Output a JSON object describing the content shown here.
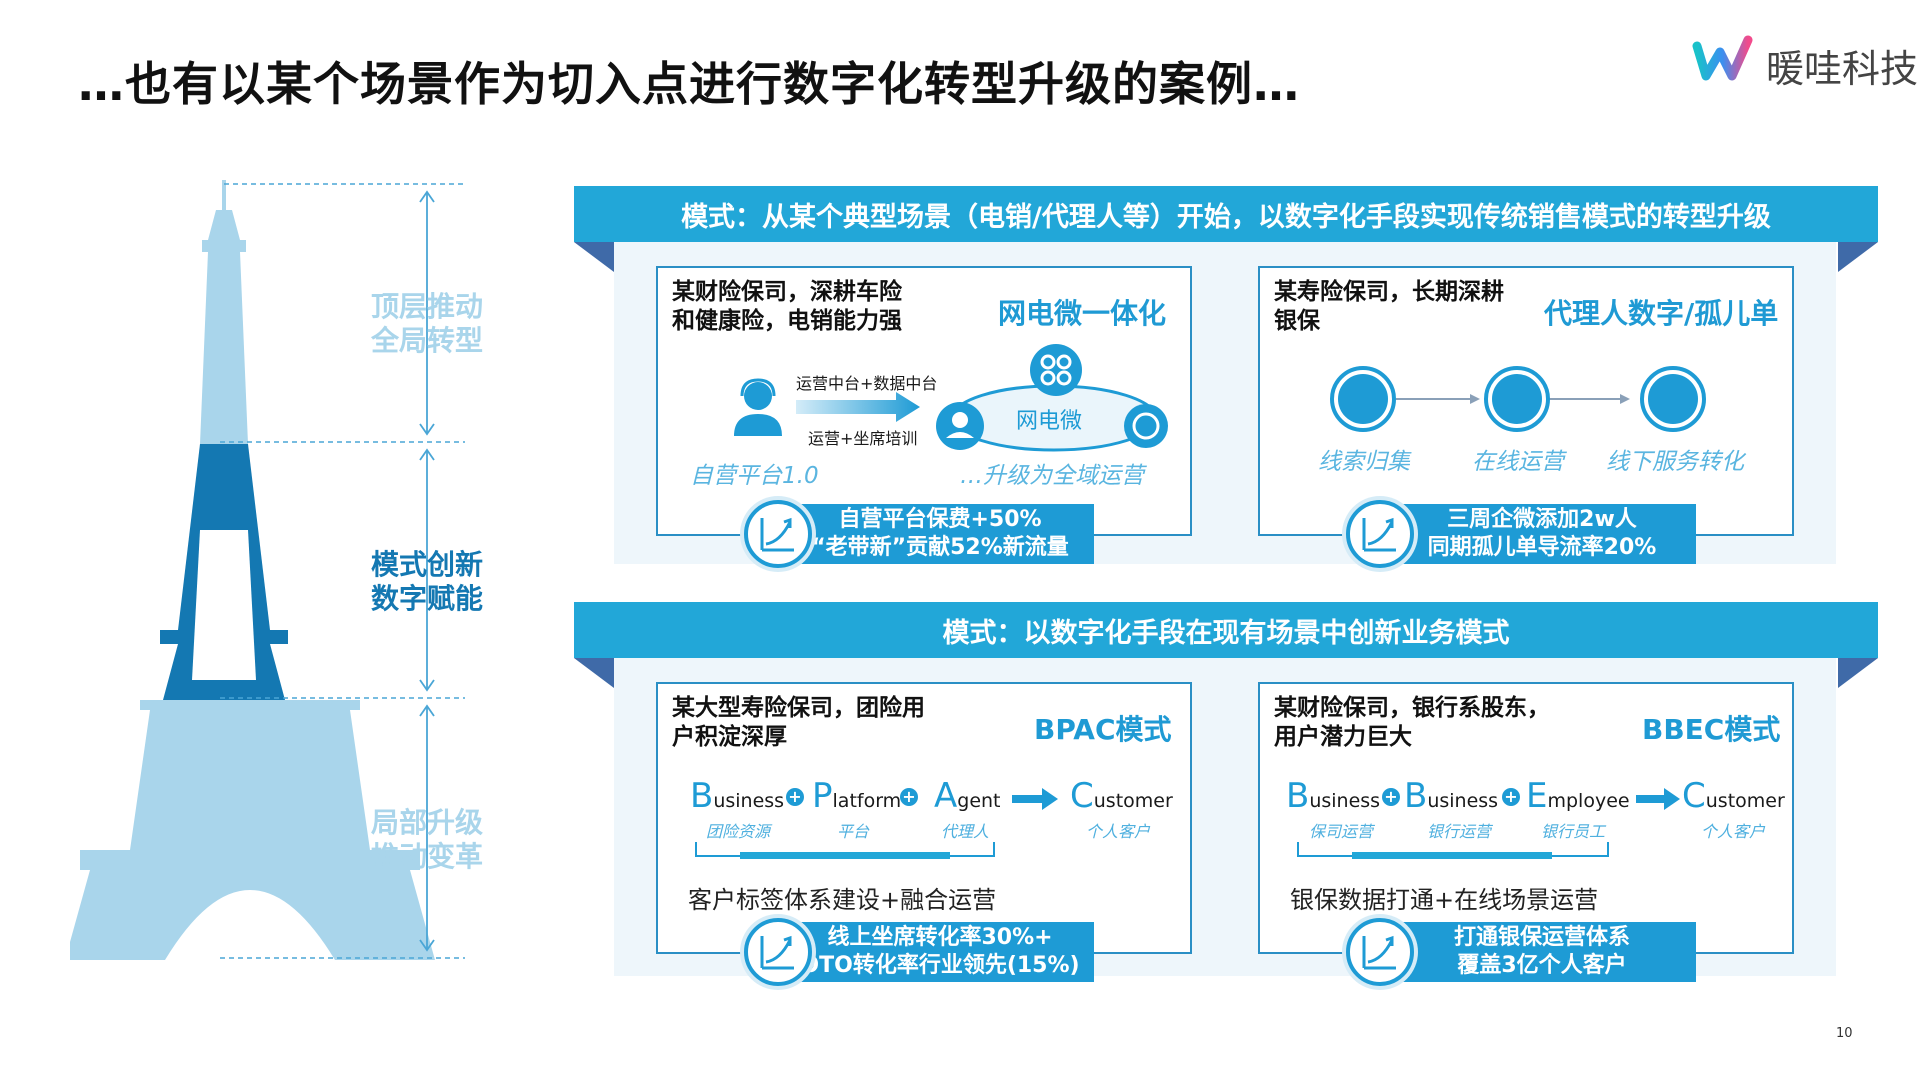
{
  "title": "…也有以某个场景作为切入点进行数字化转型升级的案例…",
  "logo": {
    "text": "暖哇科技",
    "icon": "brand-w-icon"
  },
  "page_number": "10",
  "tower_zones": [
    {
      "label": "顶层推动\n全局转型"
    },
    {
      "label": "模式创新\n数字赋能"
    },
    {
      "label": "局部升级\n推动变革"
    }
  ],
  "sections": [
    {
      "banner": "模式：从某个典型场景（电销/代理人等）开始，以数字化手段实现传统销售模式的转型升级",
      "cards": [
        {
          "desc": "某财险保司，深耕车险\n和健康险，电销能力强",
          "tag": "网电微一体化",
          "arrow_top": "运营中台+数据中台",
          "arrow_bottom": "运营+坐席培训",
          "center_label": "网电微",
          "left_caption": "自营平台1.0",
          "right_caption": "…升级为全域运营",
          "result": [
            "自营平台保费+50%",
            "“老带新”贡献52%新流量"
          ]
        },
        {
          "desc": "某寿险保司，长期深耕\n银保",
          "tag": "代理人数字/孤儿单",
          "steps": [
            "线索归集",
            "在线运营",
            "线下服务转化"
          ],
          "result": [
            "三周企微添加2w人",
            "同期孤儿单导流率20%"
          ]
        }
      ]
    },
    {
      "banner": "模式：以数字化手段在现有场景中创新业务模式",
      "cards": [
        {
          "desc": "某大型寿险保司，团险用\n户积淀深厚",
          "tag": "BPAC模式",
          "formula": [
            {
              "cap": "B",
              "rest": "usiness",
              "sub": "团险资源"
            },
            {
              "cap": "P",
              "rest": "latform",
              "sub": "平台"
            },
            {
              "cap": "A",
              "rest": "gent",
              "sub": "代理人"
            },
            {
              "cap": "C",
              "rest": "ustomer",
              "sub": "个人客户"
            }
          ],
          "summary": "客户标签体系建设+融合运营",
          "result": [
            "线上坐席转化率30%+",
            "OTO转化率行业领先(15%)"
          ]
        },
        {
          "desc": "某财险保司，银行系股东，\n用户潜力巨大",
          "tag": "BBEC模式",
          "formula": [
            {
              "cap": "B",
              "rest": "usiness",
              "sub": "保司运营"
            },
            {
              "cap": "B",
              "rest": "usiness",
              "sub": "银行运营"
            },
            {
              "cap": "E",
              "rest": "mployee",
              "sub": "银行员工"
            },
            {
              "cap": "C",
              "rest": "ustomer",
              "sub": "个人客户"
            }
          ],
          "summary": "银保数据打通+在线场景运营",
          "result": [
            "打通银保运营体系",
            "覆盖3亿个人客户"
          ]
        }
      ]
    }
  ],
  "colors": {
    "accent": "#22a7d8",
    "dark_blue": "#1478b2",
    "light_blue": "#a9d5eb",
    "panel": "#eef6fb"
  }
}
